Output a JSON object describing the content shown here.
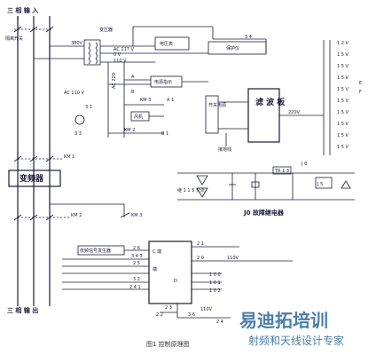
{
  "diagram": {
    "top_left_label": "三 相 输 入",
    "bottom_left_label": "三 相 输 出",
    "breaker_label": "隔离开关",
    "transformer_label": "变压器",
    "v380": "380V",
    "v117": "AC 117 V",
    "v0": "0 V",
    "v110": "110 V",
    "vac110": "AC 110 V",
    "vac220": "AC 220",
    "vac_label": "AC 220",
    "power_box_label": "电压表",
    "protect_label": "保护仪",
    "power_box2_label": "电源指示",
    "fan_label": "风机",
    "km3": "KM 3",
    "km2": "KM 2",
    "km1": "KM 1",
    "km2b": "KM 2",
    "km3b": "KM 3",
    "label_a": "A",
    "label_b": "B",
    "label_a1": "A 1",
    "label_b1": "B 1",
    "num_34": "3 4",
    "num_31": "3 1",
    "num_33": "3 3",
    "vfd_label": "变频器",
    "switch_label": "开关电源",
    "filter_label": "滤 波 板",
    "filter_out": "220V",
    "ground_label": "接地线",
    "relay_label": "J0 故障继电器",
    "relay_in": "继 1 1 5 交流",
    "tr_label": "TR 1 3",
    "j0": "J 0",
    "j5": "J 5",
    "ctrl_box_label": "低频信号发生器",
    "ctrl_num_26": "2 6",
    "ctrl_num_343": "3 4 3",
    "ctrl_num_25": "2 5",
    "ctrl_num_32": "3 2",
    "ctrl_num_241": "2 4 1",
    "ctrl_num_21": "2 1",
    "ctrl_num_20": "2 0",
    "ctrl_num_100": "1 0 0",
    "ctrl_num_101": "1 0 1",
    "ctrl_num_102": "1 0 2",
    "ctrl_110v": "110V",
    "ctrl_label_c": "C 端",
    "ctrl_label_d": "端",
    "ctrl_label_e": "D",
    "ctrl_num_36": "3 6",
    "ctrl_num_24": "2 4",
    "ctrl_num_22": "2 2",
    "ctrl_num_23": "2 3",
    "ctrl_110v_b": "110V",
    "right_labels": [
      "1 2 V",
      "1 5 V",
      "1 5 V",
      "1 5 V",
      "1 5 V",
      "1 5 V",
      "1 5 V",
      "1 5 V",
      "1 5 V",
      "1 5 V"
    ],
    "right_letter_e": "E",
    "right_letter_f": "F"
  },
  "caption": "图1  控制原理图",
  "watermark": {
    "main": "易迪拓培训",
    "sub": "射频和天线设计专家"
  }
}
